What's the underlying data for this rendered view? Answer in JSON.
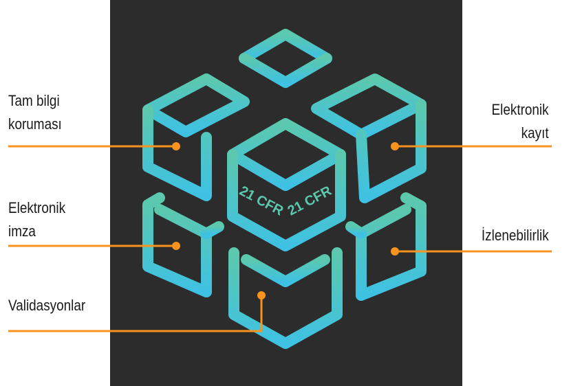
{
  "cube_texts": {
    "left_face": "21 CFR",
    "right_face": "21 CFR"
  },
  "labels": {
    "full_data_protection": {
      "line1": "Tam bilgi",
      "line2": "koruması"
    },
    "electronic_record": {
      "line1": "Elektronik",
      "line2": "kayıt"
    },
    "electronic_signature": {
      "line1": "Elektronik",
      "line2": "imza"
    },
    "traceability": {
      "line1": "İzlenebilirlik"
    },
    "validations": {
      "line1": "Validasyonlar"
    }
  },
  "colors": {
    "panel": "#2c2c2c",
    "accent_line": "#f7931e",
    "cube_top": "#5cc8ad",
    "cube_bottom": "#3ec1e3",
    "text": "#1a1a1a"
  }
}
